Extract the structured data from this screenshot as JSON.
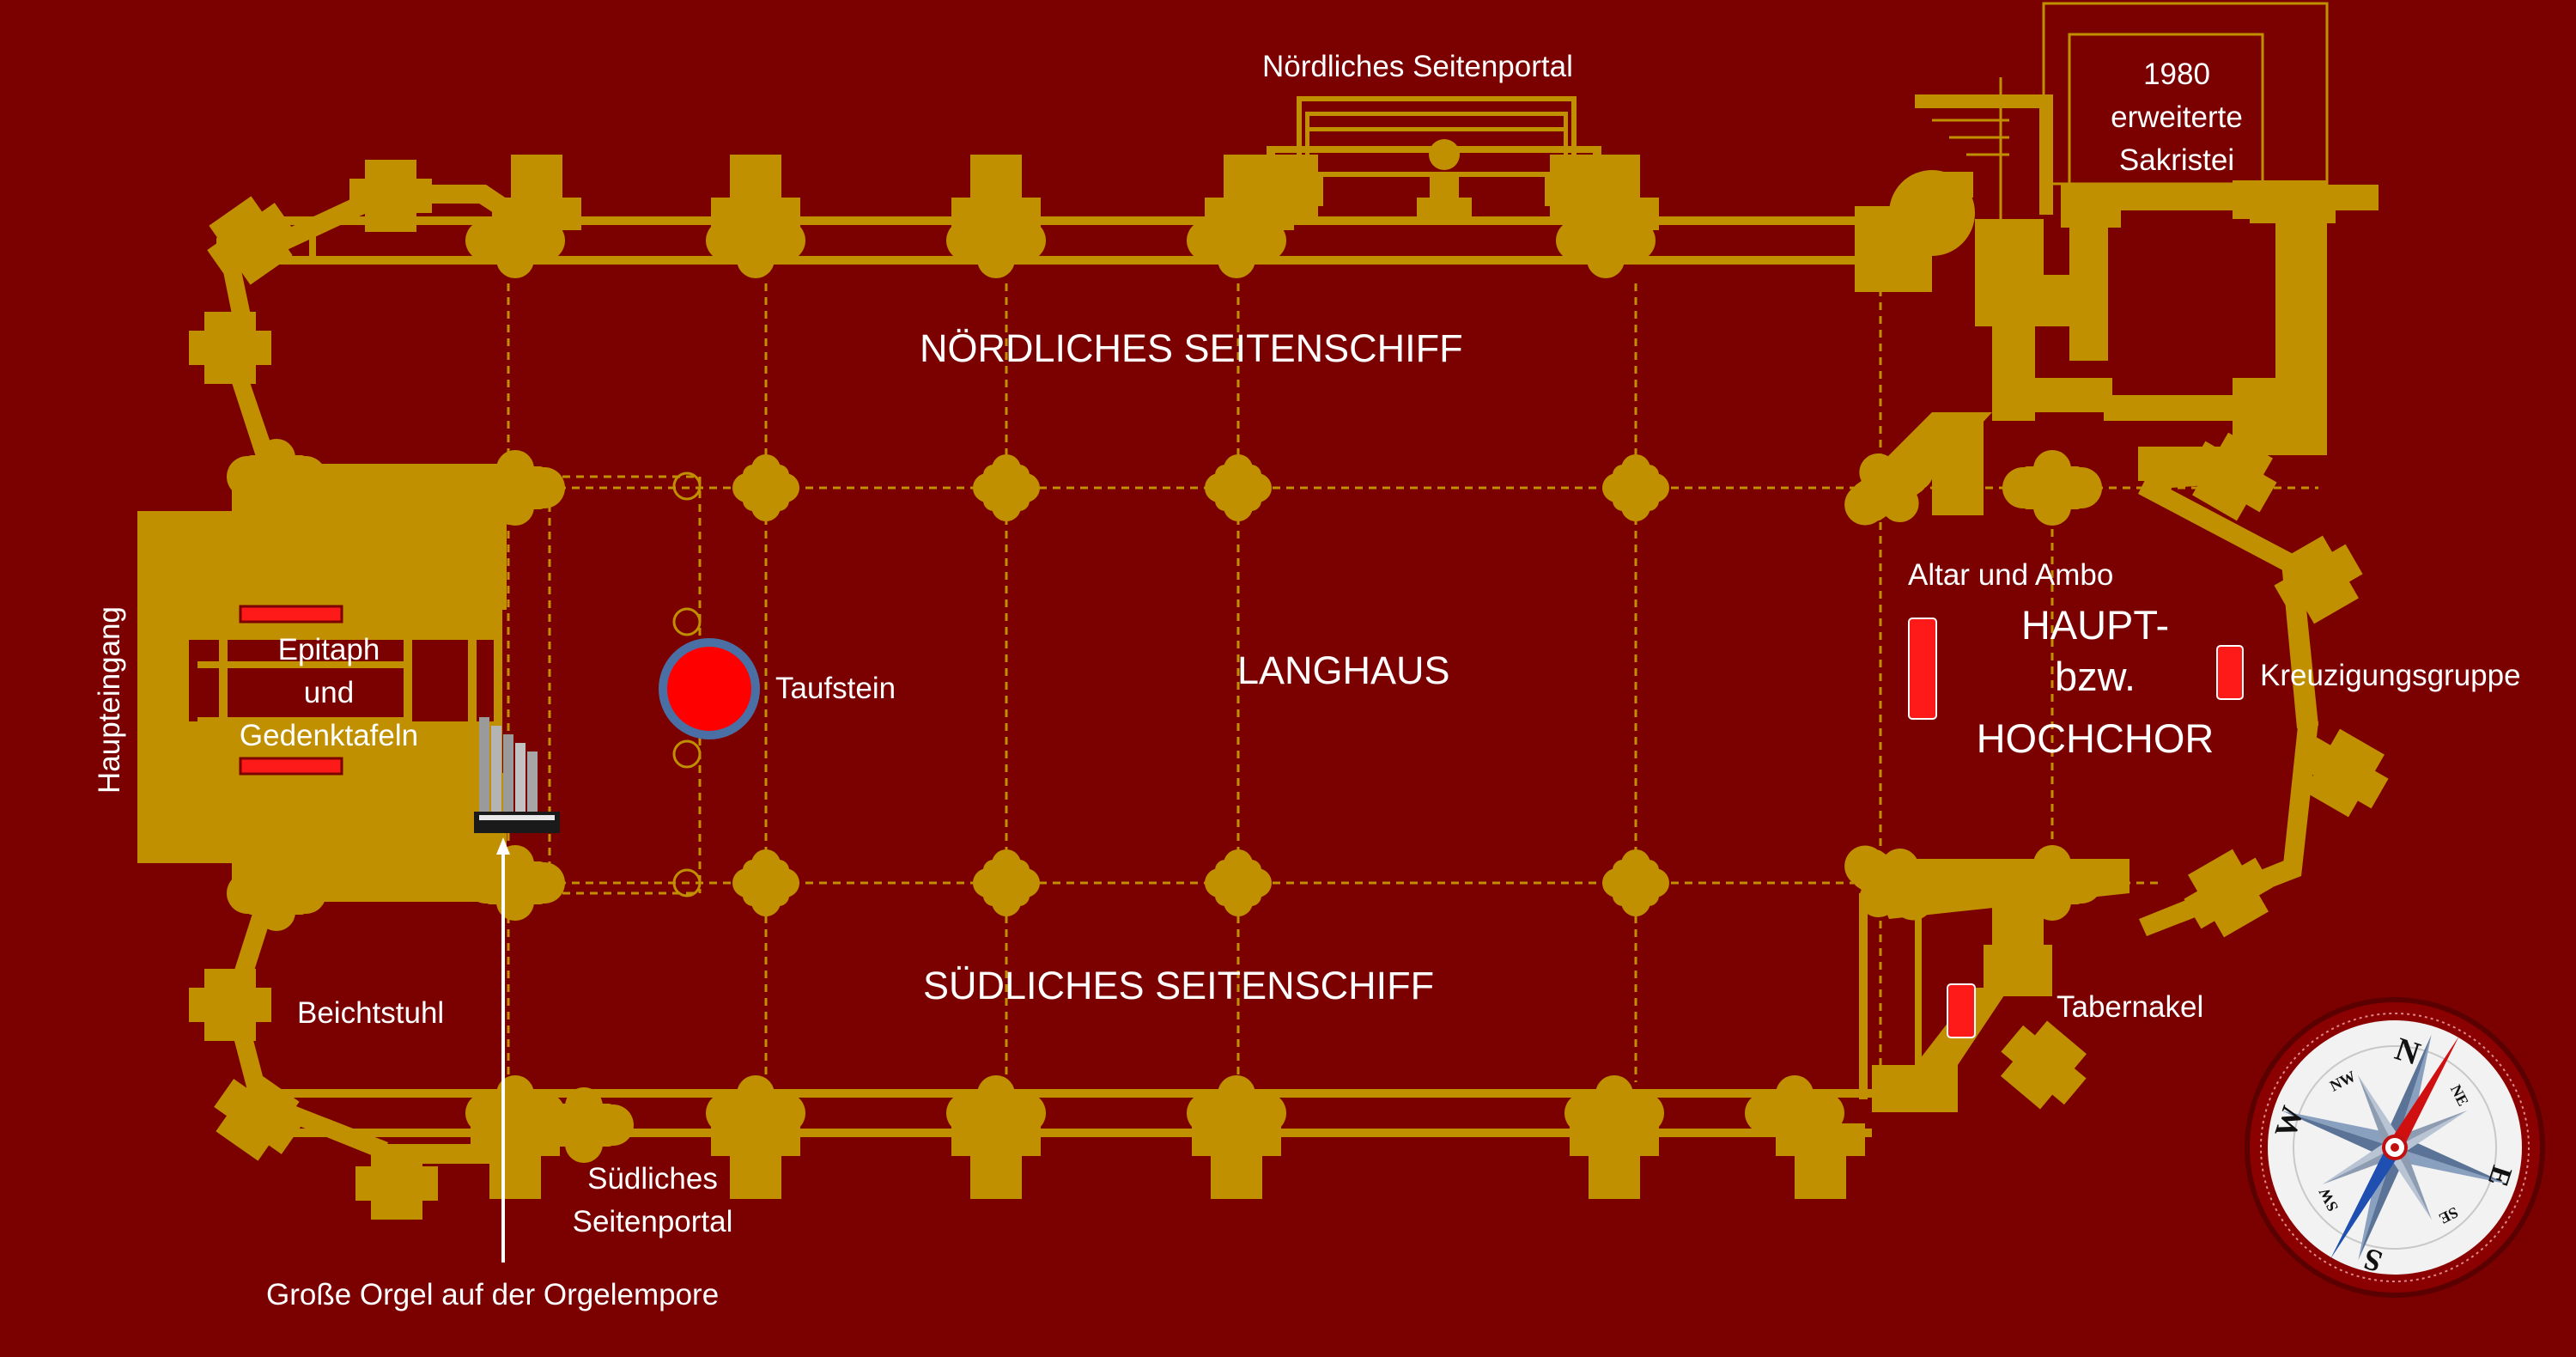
{
  "labels": {
    "north_portal": "Nördliches Seitenportal",
    "sacristy_year": "1980",
    "sacristy_line2": "erweiterte",
    "sacristy_line3": "Sakristei",
    "north_aisle": "NÖRDLICHES SEITENSCHIFF",
    "nave": "LANGHAUS",
    "south_aisle": "SÜDLICHES SEITENSCHIFF",
    "main_entrance": "Haupteingang",
    "epitaph_line1": "Epitaph",
    "epitaph_line2": "und",
    "epitaph_line3": "Gedenktafeln",
    "font": "Taufstein",
    "confessional": "Beichtstuhl",
    "south_portal_line1": "Südliches",
    "south_portal_line2": "Seitenportal",
    "organ": "Große Orgel auf der Orgelempore",
    "altar": "Altar und Ambo",
    "choir_line1": "HAUPT-",
    "choir_line2": "bzw.",
    "choir_line3": "HOCHCHOR",
    "crucifixion": "Kreuzigungsgruppe",
    "tabernacle": "Tabernakel"
  },
  "compass": {
    "north": "N",
    "east": "E",
    "south": "S",
    "west": "W",
    "ne": "NE",
    "se": "SE",
    "sw": "SW",
    "nw": "NW"
  },
  "colors": {
    "background": "#7b0000",
    "structure": "#c09000",
    "marker_red": "#ff1a1a",
    "font_ring": "#4a6fa5",
    "text": "#ffffff"
  }
}
